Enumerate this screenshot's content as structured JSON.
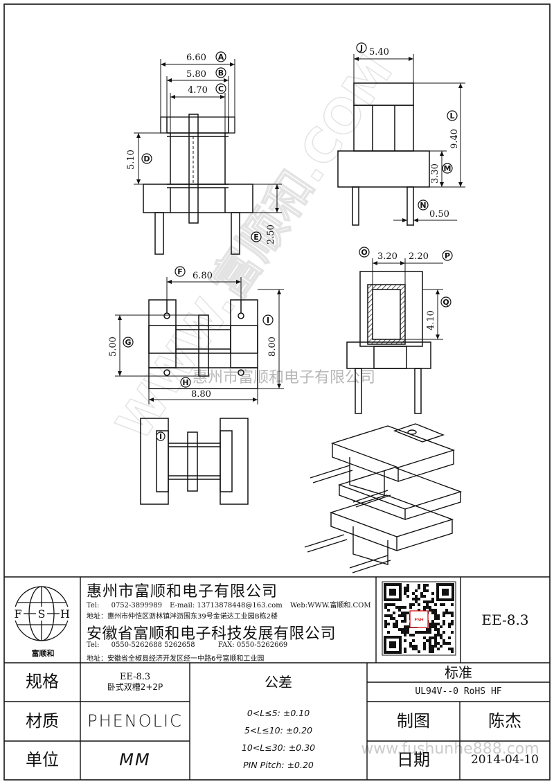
{
  "part_code": "EE-8.3",
  "watermark": {
    "diagonal": "WWW.富顺和.COM",
    "chinese": "惠州市富顺和电子有限公司",
    "url": "www.fushunhe888.com"
  },
  "views": {
    "front": {
      "dims": [
        {
          "value": "6.60",
          "tag": "A"
        },
        {
          "value": "5.80",
          "tag": "B"
        },
        {
          "value": "4.70",
          "tag": "C"
        },
        {
          "value": "5.10",
          "tag": "D"
        },
        {
          "value": "2.50",
          "tag": "E"
        }
      ]
    },
    "side": {
      "dims": [
        {
          "value": "5.40",
          "tag": "J"
        },
        {
          "value": "9.40",
          "tag": "L"
        },
        {
          "value": "3.30",
          "tag": "M"
        },
        {
          "value": "0.50",
          "tag": "N"
        }
      ]
    },
    "bottom": {
      "dims": [
        {
          "value": "6.80",
          "tag": "F"
        },
        {
          "value": "5.00",
          "tag": "G"
        },
        {
          "value": "8.80",
          "tag": "H"
        },
        {
          "value": "8.00",
          "tag": "I"
        }
      ]
    },
    "section": {
      "dims": [
        {
          "value": "3.20",
          "tag": "O"
        },
        {
          "value": "2.20",
          "tag": "P"
        },
        {
          "value": "4.10",
          "tag": "Q"
        }
      ]
    },
    "top": {
      "tag": "I"
    }
  },
  "title_block": {
    "logo": {
      "letters": [
        "F",
        "S",
        "H"
      ],
      "name": "富顺和"
    },
    "company1": {
      "name": "惠州市富顺和电子有限公司",
      "tel_label": "Tel:",
      "tel": "0752-3899989",
      "email": "E-mail: 13713878448@163.com",
      "web": "Web:WWW.富顺和.COM",
      "address": "地址：惠州市仲恺区沥林镇泮沥围东39号金诺达工业园B栋2楼"
    },
    "company2": {
      "name": "安徽省富顺和电子科技发展有限公司",
      "tel_label": "Tel:",
      "tel": "0550-5262688  5262658",
      "fax": "FAX: 0550-5262669",
      "address": "地址：安徽省全椒县经济开发区经一中路6号富顺和工业园"
    },
    "qr_caption": "FSH",
    "part_code": "EE-8.3",
    "spec_label": "规格",
    "spec_line1": "EE-8.3",
    "spec_line2": "卧式双槽2+2P",
    "tolerance_label": "公差",
    "tolerances": [
      "0<L≤5: ±0.10",
      "5<L≤10: ±0.20",
      "10<L≤30: ±0.30",
      "PIN Pitch: ±0.20"
    ],
    "standard_label": "标准",
    "standard_value": "UL94V--0  RoHS HF",
    "material_label": "材质",
    "material_value": "PHENOLIC",
    "drawn_label": "制图",
    "drawn_value": "陈杰",
    "unit_label": "单位",
    "unit_value": "MM",
    "date_label": "日期",
    "date_value": "2014-04-10"
  }
}
